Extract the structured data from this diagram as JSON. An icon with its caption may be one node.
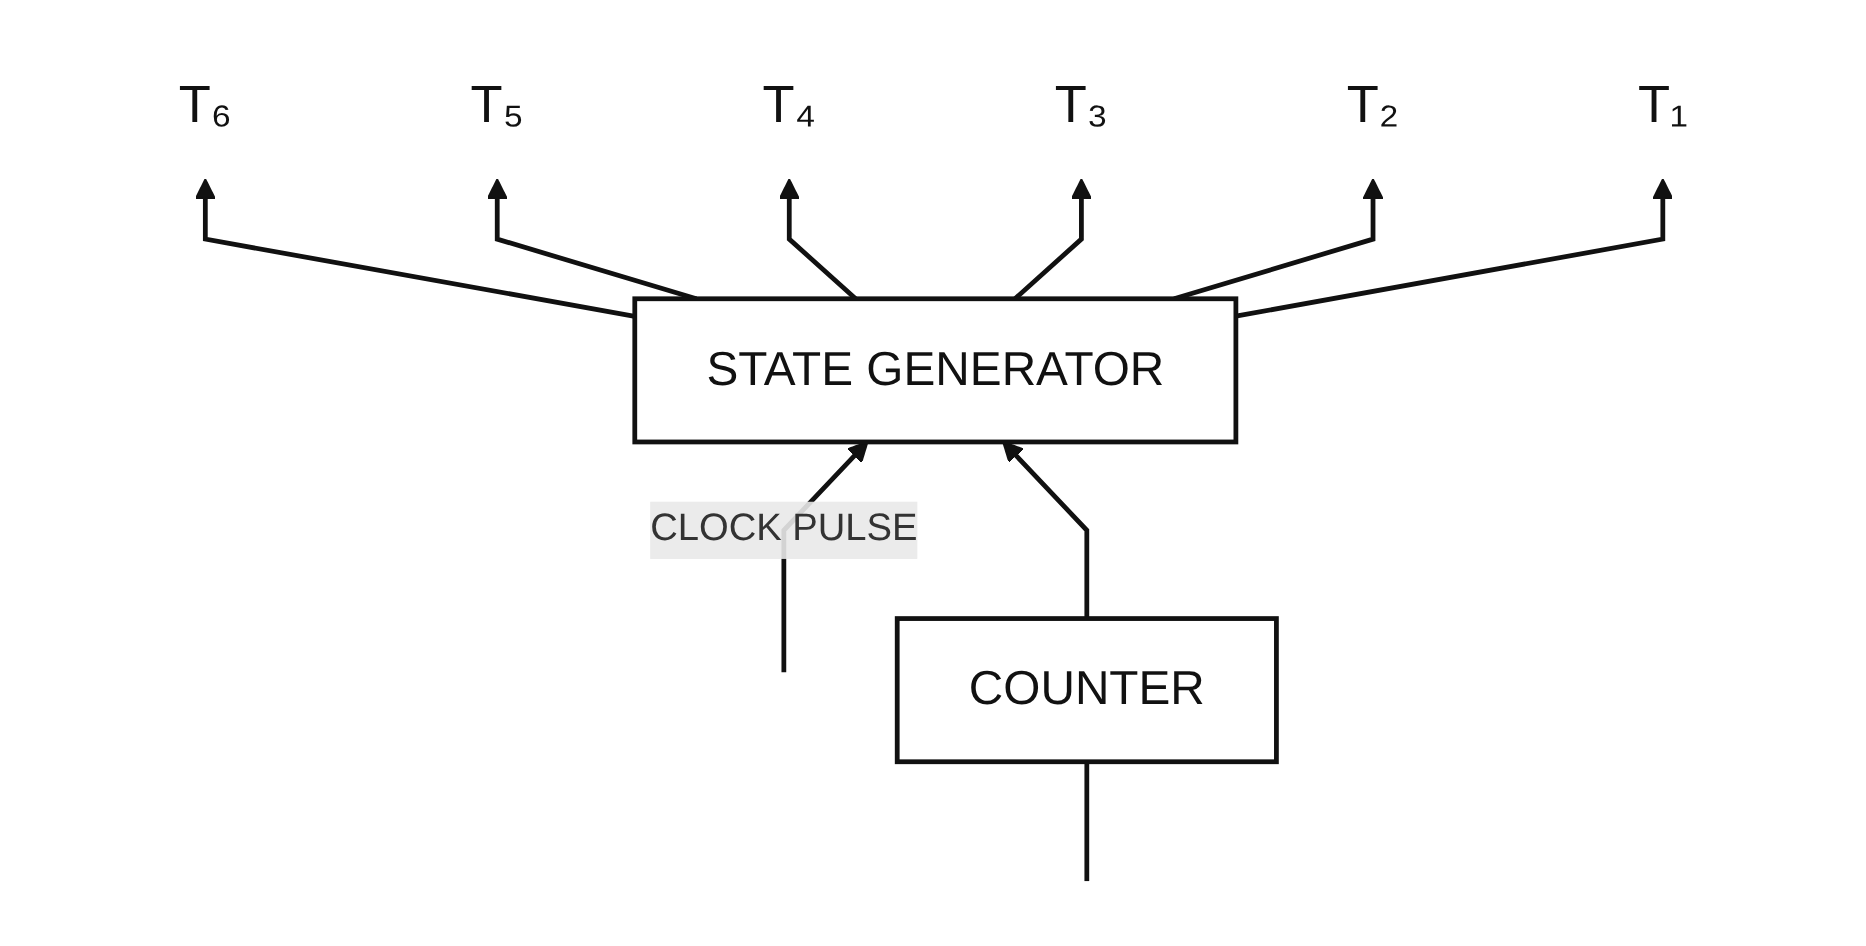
{
  "diagram": {
    "nodes": [
      {
        "text": [
          "STATE GENERATOR"
        ]
      },
      {
        "text": [
          "COUNTER"
        ]
      },
      {
        "text": [
          "T₆"
        ]
      },
      {
        "text": [
          "T₅"
        ]
      },
      {
        "text": [
          "T₄"
        ]
      },
      {
        "text": [
          "T₃"
        ]
      },
      {
        "text": [
          "T₂"
        ]
      },
      {
        "text": [
          "T₁"
        ]
      }
    ],
    "edges": [
      {
        "from": null,
        "to": 0,
        "arrow": "to",
        "label": "CLOCK PULSE"
      },
      {
        "from": null,
        "to": 1,
        "arrow": "none"
      },
      {
        "from": 1,
        "to": 0,
        "arrow": "to"
      },
      {
        "from": 0,
        "to": 2,
        "arrow": "to"
      },
      {
        "from": 0,
        "to": 3,
        "arrow": "to"
      },
      {
        "from": 0,
        "to": 4,
        "arrow": "to"
      },
      {
        "from": 0,
        "to": 5,
        "arrow": "to"
      },
      {
        "from": 0,
        "to": 6,
        "arrow": "to"
      },
      {
        "from": 0,
        "to": 7,
        "arrow": "to"
      }
    ]
  }
}
